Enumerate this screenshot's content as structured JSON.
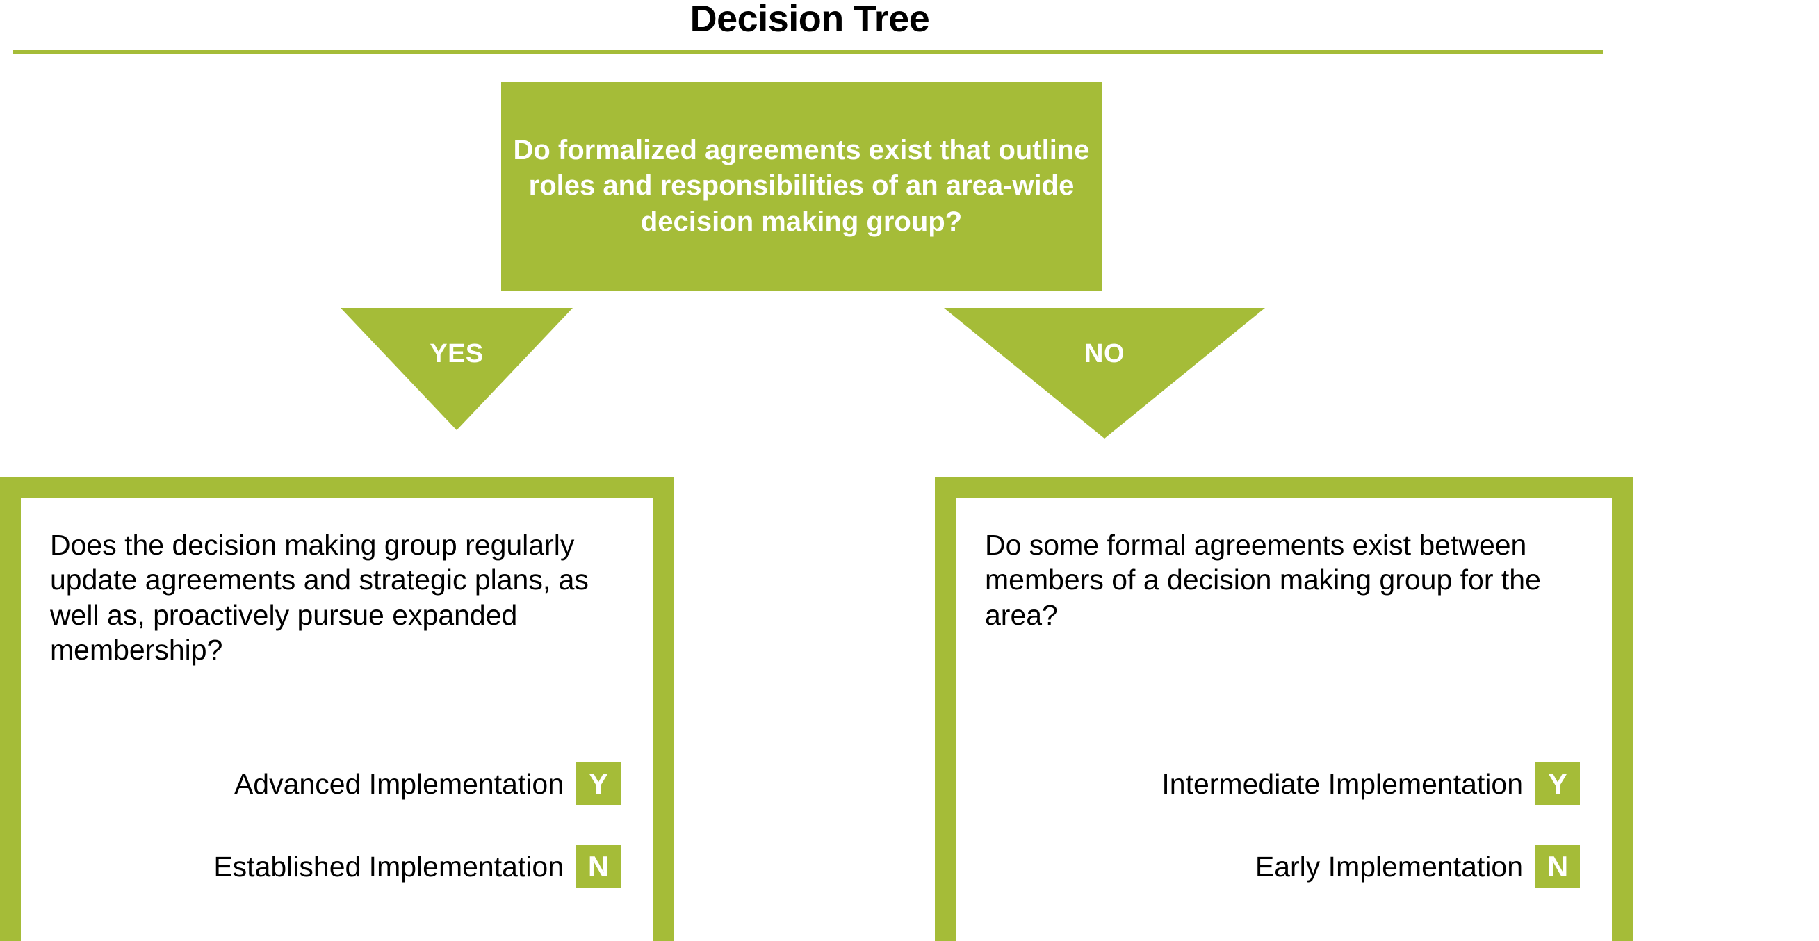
{
  "page": {
    "title": "Decision Tree",
    "accent_color": "#a5bc38",
    "text_color": "#000000",
    "inverse_text_color": "#ffffff",
    "background_color": "#ffffff"
  },
  "root_question": {
    "text": "Do formalized agreements exist that outline roles and responsibilities of an area-wide decision making group?"
  },
  "branches": [
    {
      "label": "YES",
      "direction": "left"
    },
    {
      "label": "NO",
      "direction": "right"
    }
  ],
  "results": [
    {
      "branch": "YES",
      "question": "Does the decision making group regularly update agreements and strategic plans, as well as, proactively pursue expanded membership?",
      "outcomes": [
        {
          "label": "Advanced Implementation",
          "badge": "Y"
        },
        {
          "label": "Established Implementation",
          "badge": "N"
        }
      ]
    },
    {
      "branch": "NO",
      "question": "Do some formal agreements exist between members of a decision making group for the area?",
      "outcomes": [
        {
          "label": "Intermediate Implementation",
          "badge": "Y"
        },
        {
          "label": "Early Implementation",
          "badge": "N"
        }
      ]
    }
  ]
}
